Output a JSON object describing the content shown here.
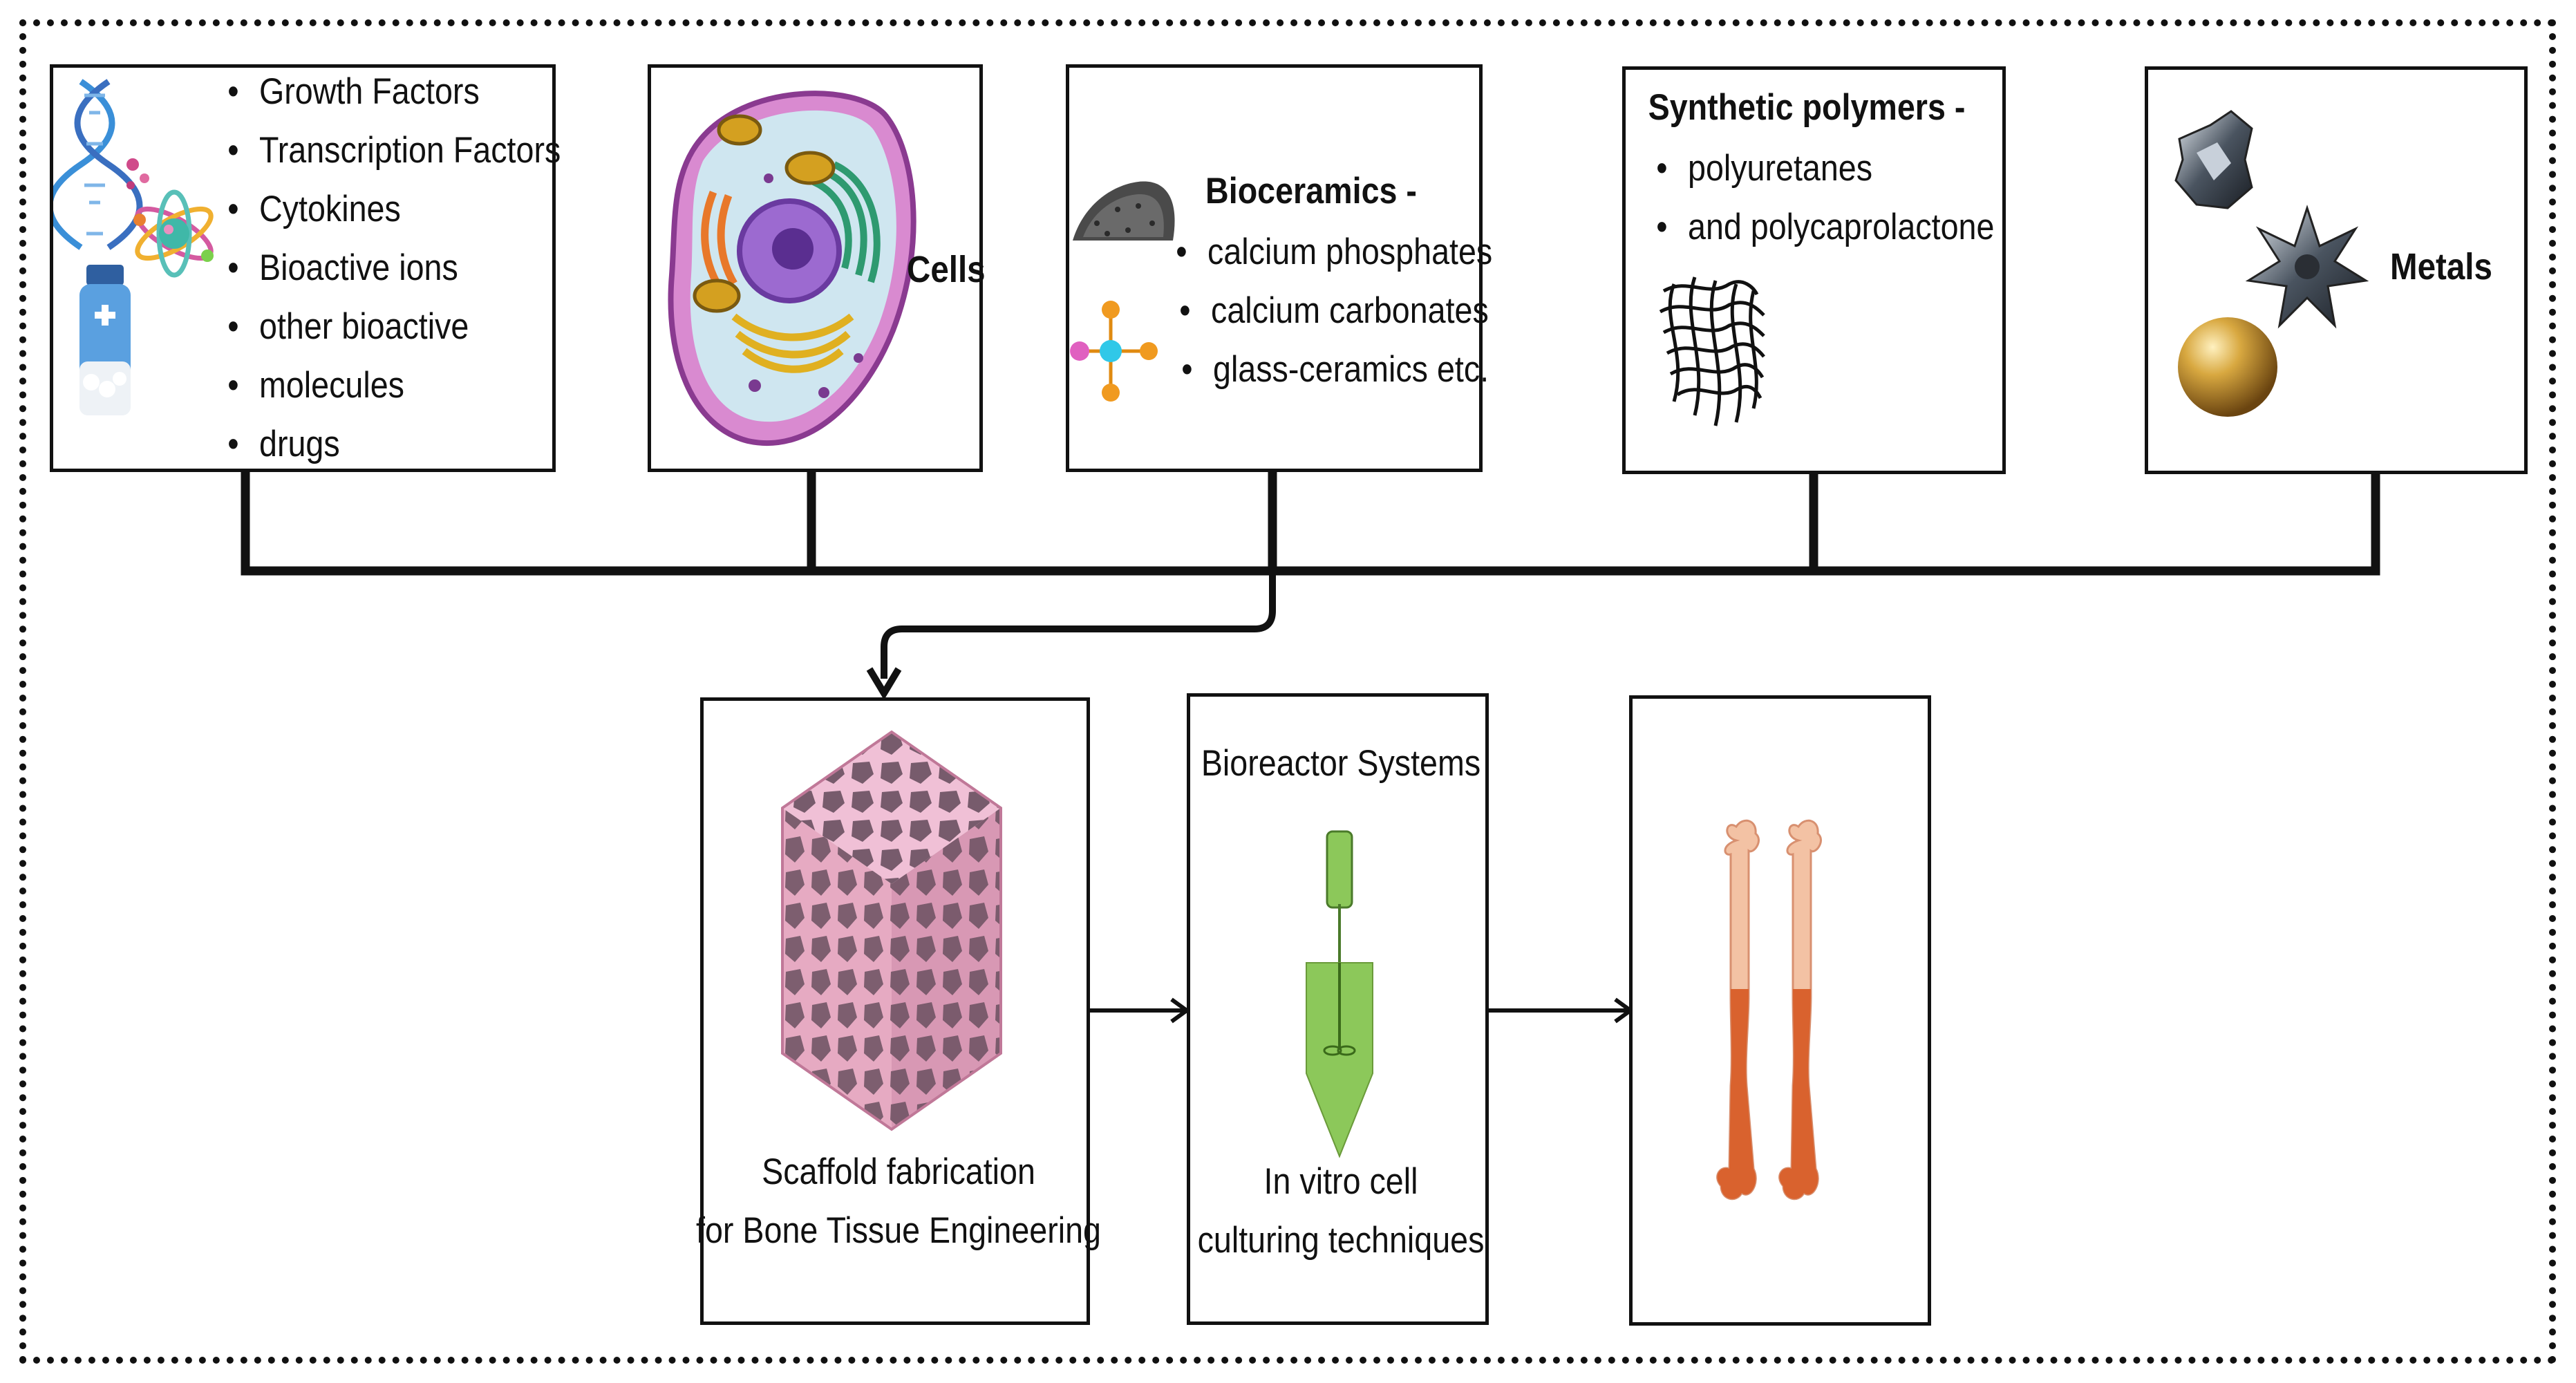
{
  "top_inputs": {
    "bioactive": {
      "items": [
        "Growth Factors",
        "Transcription Factors",
        "Cytokines",
        "Bioactive ions",
        "other bioactive",
        "molecules",
        "drugs"
      ],
      "icons": [
        "dna-icon",
        "atom-icon",
        "medicine-bottle-icon"
      ]
    },
    "cells": {
      "title": "Cells",
      "icons": [
        "animal-cell-icon"
      ]
    },
    "bioceramics": {
      "title": "Bioceramics -",
      "items": [
        "calcium phosphates",
        "calcium carbonates",
        "glass-ceramics etc."
      ],
      "icons": [
        "powder-pile-icon",
        "carbonate-molecule-icon"
      ]
    },
    "synthetic_polymers": {
      "title": "Synthetic polymers -",
      "items": [
        "polyuretanes",
        "and polycaprolactone"
      ],
      "icons": [
        "polymer-mesh-icon"
      ]
    },
    "metals": {
      "title": "Metals",
      "icons": [
        "metal-chunk-icon",
        "metal-star-icon",
        "gold-sphere-icon"
      ]
    }
  },
  "process": {
    "scaffold": {
      "label_line1": "Scaffold fabrication",
      "label_line2": "for Bone Tissue Engineering",
      "icons": [
        "porous-scaffold-cube-icon"
      ]
    },
    "bioreactor": {
      "title": "Bioreactor Systems",
      "label_line1": "In vitro cell",
      "label_line2": "culturing techniques",
      "icons": [
        "bioreactor-vessel-icon"
      ]
    },
    "bone": {
      "icons": [
        "bone-icon"
      ]
    }
  },
  "colors": {
    "line": "#111111",
    "scaffold_pink": "#e6aac2",
    "bioreactor_green": "#8cc85a",
    "bone_peach": "#f3b89a",
    "marrow_orange": "#d9622e",
    "cell_purple": "#9c6ad0",
    "gold": "#c9942e"
  }
}
